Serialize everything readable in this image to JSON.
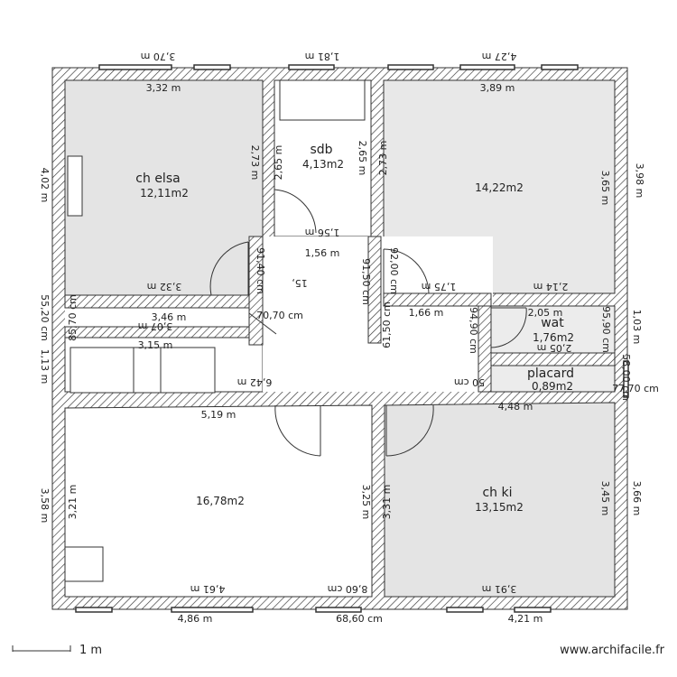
{
  "rooms": {
    "ch_elsa": {
      "name": "ch elsa",
      "area": "12,11m2"
    },
    "sdb": {
      "name": "sdb",
      "area": "4,13m2"
    },
    "room_ne": {
      "area": "14,22m2"
    },
    "wat": {
      "name": "wat",
      "area": "1,76m2"
    },
    "placard": {
      "name": "placard",
      "area": "0,89m2"
    },
    "room_sw": {
      "area": "16,78m2"
    },
    "ch_ki": {
      "name": "ch ki",
      "area": "13,15m2"
    }
  },
  "dims": {
    "top_1": "3,70 m",
    "top_2": "1,81 m",
    "top_3": "4,27 m",
    "elsa_top": "3,32 m",
    "ne_top": "3,89 m",
    "left_upper": "4,02 m",
    "elsa_right": "2,73 m",
    "sdb_left": "2,65 m",
    "sdb_right": "2,65 m",
    "ne_left": "2,73 m",
    "ne_right": "3,65 m",
    "right_upper": "3,98 m",
    "sdb_bottom": "1,56 m",
    "sdb_bottom2": "1,56 m",
    "elsa_bottom": "3,32 m",
    "corr_91_40": "91,40 cm",
    "corr_15": "15,",
    "corr_91_50": "91,50 cm",
    "corr_92": "92,00 cm",
    "corr_61_50": "61,50 cm",
    "ne_bottom_1": "1,75 m",
    "ne_bottom_2": "2,14 m",
    "hall_166": "1,66 m",
    "wat_top": "2,05 m",
    "wat_bottom": "2,05 m",
    "wat_left": "94,90 cm",
    "wat_right": "95,90 cm",
    "wat_right2": "1,03 m",
    "left_55": "55,20 cm",
    "left_113": "1,13 m",
    "left_85": "85,70 cm",
    "corr_346": "3,46 m",
    "corr_307": "3,07 m",
    "corr_70": "70,70 cm",
    "corr_315": "3,15 m",
    "hall_642": "6,42 m",
    "hall_50": "50 cm",
    "placard_b": "4,48 m",
    "right_77": "77,70 cm",
    "right_58": "58,00 cm",
    "sw_top": "5,19 m",
    "sw_left": "3,21 m",
    "left_lower": "3,58 m",
    "sw_right": "3,25 m",
    "ki_left": "3,31 m",
    "ki_right": "3,45 m",
    "right_lower": "3,66 m",
    "sw_bottom": "4,61 m",
    "bottom_860": "8,60 cm",
    "ki_bottom": "3,91 m",
    "bottom_486": "4,86 m",
    "bottom_6860": "68,60 cm",
    "bottom_421": "4,21 m"
  },
  "footer": {
    "scale": "1 m",
    "watermark": "www.archifacile.fr"
  }
}
